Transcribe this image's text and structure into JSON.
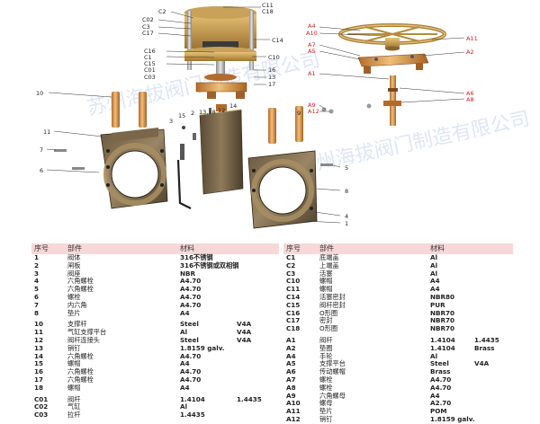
{
  "watermark": "苏州海拔阀门制造有限公司",
  "callouts_black": [
    {
      "id": "c11",
      "text": "C11"
    },
    {
      "id": "c18",
      "text": "C18"
    },
    {
      "id": "c2",
      "text": "C2"
    },
    {
      "id": "c02",
      "text": "C02"
    },
    {
      "id": "c3",
      "text": "C3"
    },
    {
      "id": "c17",
      "text": "C17"
    },
    {
      "id": "c14",
      "text": "C14"
    },
    {
      "id": "c16",
      "text": "C16"
    },
    {
      "id": "c1",
      "text": "C1"
    },
    {
      "id": "c10",
      "text": "C10"
    },
    {
      "id": "c15",
      "text": "C15"
    },
    {
      "id": "c01",
      "text": "C01"
    },
    {
      "id": "c03",
      "text": "C03"
    },
    {
      "id": "n16",
      "text": "16"
    },
    {
      "id": "n13",
      "text": "13"
    },
    {
      "id": "n17",
      "text": "17"
    },
    {
      "id": "n10",
      "text": "10"
    },
    {
      "id": "n3",
      "text": "3"
    },
    {
      "id": "n15",
      "text": "15"
    },
    {
      "id": "n2",
      "text": "2"
    },
    {
      "id": "n131418",
      "text": "13,18"
    },
    {
      "id": "n12",
      "text": "12"
    },
    {
      "id": "n14",
      "text": "14"
    },
    {
      "id": "n11",
      "text": "11"
    },
    {
      "id": "n7",
      "text": "7"
    },
    {
      "id": "n6",
      "text": "6"
    },
    {
      "id": "n5",
      "text": "5"
    },
    {
      "id": "n8",
      "text": "8"
    },
    {
      "id": "n4",
      "text": "4"
    },
    {
      "id": "n1",
      "text": "1"
    },
    {
      "id": "n9",
      "text": "9"
    }
  ],
  "callouts_red": [
    {
      "id": "a4",
      "text": "A4"
    },
    {
      "id": "a10",
      "text": "A10"
    },
    {
      "id": "a11",
      "text": "A11"
    },
    {
      "id": "a7",
      "text": "A7"
    },
    {
      "id": "a5",
      "text": "A5"
    },
    {
      "id": "a2",
      "text": "A2"
    },
    {
      "id": "a1",
      "text": "A1"
    },
    {
      "id": "a6",
      "text": "A6"
    },
    {
      "id": "a8",
      "text": "A8"
    },
    {
      "id": "a9",
      "text": "A9"
    },
    {
      "id": "a12",
      "text": "A12"
    }
  ],
  "table_left": {
    "headers": {
      "no": "序号",
      "part": "部件",
      "material": "材料"
    },
    "rows": [
      {
        "no": "1",
        "part": "阀体",
        "mat": "316不锈钢",
        "mat2": ""
      },
      {
        "no": "2",
        "part": "闸板",
        "mat": "316不锈钢或双相钢",
        "mat2": ""
      },
      {
        "no": "3",
        "part": "阀座",
        "mat": "NBR",
        "mat2": ""
      },
      {
        "no": "4",
        "part": "六角螺栓",
        "mat": "A4.70",
        "mat2": ""
      },
      {
        "no": "5",
        "part": "六角螺栓",
        "mat": "A4.70",
        "mat2": ""
      },
      {
        "no": "6",
        "part": "螺栓",
        "mat": "A4.70",
        "mat2": ""
      },
      {
        "no": "7",
        "part": "内六角",
        "mat": "A4.70",
        "mat2": ""
      },
      {
        "no": "8",
        "part": "垫片",
        "mat": "A4",
        "mat2": ""
      },
      {
        "gap": true
      },
      {
        "no": "10",
        "part": "支撑杆",
        "mat": "Steel",
        "mat2": "V4A"
      },
      {
        "no": "11",
        "part": "气缸支撑平台",
        "mat": "Al",
        "mat2": "V4A"
      },
      {
        "no": "12",
        "part": "阀杆连接头",
        "mat": "Steel",
        "mat2": "V4A"
      },
      {
        "no": "13",
        "part": "销钉",
        "mat": "1.8159 galv.",
        "mat2": ""
      },
      {
        "no": "14",
        "part": "六角螺栓",
        "mat": "A4.70",
        "mat2": ""
      },
      {
        "no": "15",
        "part": "螺帽",
        "mat": "A4",
        "mat2": ""
      },
      {
        "no": "16",
        "part": "六角螺栓",
        "mat": "A4.70",
        "mat2": ""
      },
      {
        "no": "17",
        "part": "六角螺栓",
        "mat": "A4.70",
        "mat2": ""
      },
      {
        "no": "18",
        "part": "螺帽",
        "mat": "A4",
        "mat2": ""
      },
      {
        "gap": true
      },
      {
        "no": "C01",
        "part": "阀杆",
        "mat": "1.4104",
        "mat2": "1.4435"
      },
      {
        "no": "C02",
        "part": "气缸",
        "mat": "Al",
        "mat2": ""
      },
      {
        "no": "C03",
        "part": "拉杆",
        "mat": "1.4435",
        "mat2": ""
      }
    ]
  },
  "table_right": {
    "headers": {
      "no": "序号",
      "part": "部件",
      "material": "材料"
    },
    "rows": [
      {
        "no": "C1",
        "part": "底端盖",
        "mat": "Al",
        "mat2": ""
      },
      {
        "no": "C2",
        "part": "上端盖",
        "mat": "Al",
        "mat2": ""
      },
      {
        "no": "C3",
        "part": "活塞",
        "mat": "Al",
        "mat2": ""
      },
      {
        "no": "C10",
        "part": "螺帽",
        "mat": "A4",
        "mat2": ""
      },
      {
        "no": "C11",
        "part": "螺帽",
        "mat": "A4",
        "mat2": ""
      },
      {
        "no": "C14",
        "part": "活塞密封",
        "mat": "NBR80",
        "mat2": ""
      },
      {
        "no": "C15",
        "part": "阀杆密封",
        "mat": "PUR",
        "mat2": ""
      },
      {
        "no": "C16",
        "part": "O形圈",
        "mat": "NBR70",
        "mat2": ""
      },
      {
        "no": "C17",
        "part": "密封",
        "mat": "NBR70",
        "mat2": ""
      },
      {
        "no": "C18",
        "part": "O形圈",
        "mat": "NBR70",
        "mat2": ""
      },
      {
        "gap": true
      },
      {
        "no": "A1",
        "part": "阀杆",
        "mat": "1.4104",
        "mat2": "1.4435"
      },
      {
        "no": "A2",
        "part": "垫圈",
        "mat": "1.4104",
        "mat2": "Brass"
      },
      {
        "no": "A4",
        "part": "手轮",
        "mat": "Al",
        "mat2": ""
      },
      {
        "no": "A5",
        "part": "支撑平台",
        "mat": "Steel",
        "mat2": "V4A"
      },
      {
        "no": "A6",
        "part": "传动螺帽",
        "mat": "Brass",
        "mat2": ""
      },
      {
        "no": "A7",
        "part": "螺栓",
        "mat": "A4.70",
        "mat2": ""
      },
      {
        "no": "A8",
        "part": "螺栓",
        "mat": "A4.70",
        "mat2": ""
      },
      {
        "no": "A9",
        "part": "六角螺母",
        "mat": "A4",
        "mat2": ""
      },
      {
        "no": "A10",
        "part": "螺母",
        "mat": "A2.70",
        "mat2": ""
      },
      {
        "no": "A11",
        "part": "垫片",
        "mat": "POM",
        "mat2": ""
      },
      {
        "no": "A12",
        "part": "销钉",
        "mat": "1.8159 galv.",
        "mat2": ""
      }
    ]
  }
}
